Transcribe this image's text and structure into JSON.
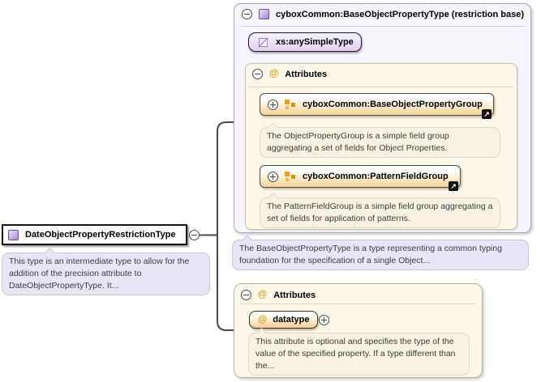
{
  "colors": {
    "accent_orange": "#EC9A12",
    "accent_purple": "#A487CE",
    "connector": "#4A4A4A",
    "panel_cream": "#FCF7E8",
    "box_lavender": "#F7F5FB",
    "note_lavender": "#E9E5F6",
    "note_beige": "#F7F2E2"
  },
  "icons": {
    "attribute_glyph": "@",
    "goto_glyph": "↗"
  },
  "root": {
    "label": "DateObjectPropertyRestrictionType",
    "note": "This type is an intermediate type to allow for the addition of the precision attribute to DateObjectPropertyType. It..."
  },
  "base": {
    "title": "cyboxCommon:BaseObjectPropertyType (restriction base)",
    "supertype_label": "xs:anySimpleType",
    "attributes": {
      "title": "Attributes",
      "groups": [
        {
          "label": "cyboxCommon:BaseObjectPropertyGroup",
          "note": "The ObjectPropertyGroup is a simple field group aggregating a set of fields for Object Properties."
        },
        {
          "label": "cyboxCommon:PatternFieldGroup",
          "note": "The PatternFieldGroup is a simple field group aggregating a set of fields for application of patterns."
        }
      ]
    },
    "note": "The BaseObjectPropertyType is a type representing a common typing foundation for the specification of a single Object..."
  },
  "own_attributes": {
    "title": "Attributes",
    "items": [
      {
        "label": "datatype",
        "note": "This attribute is optional and specifies the type of the value of the specified property. If a type different than the..."
      }
    ]
  }
}
